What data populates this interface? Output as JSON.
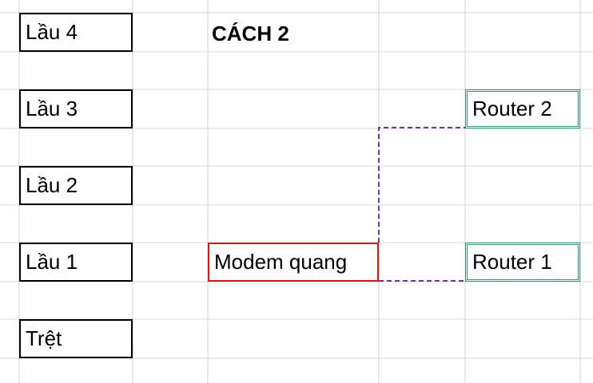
{
  "title": "CÁCH 2",
  "floors": [
    "Lầu 4",
    "Lầu 3",
    "Lầu 2",
    "Lầu 1",
    "Trệt"
  ],
  "modem": "Modem quang",
  "routers": [
    "Router 2",
    "Router 1"
  ],
  "colors": {
    "grid": "#d4d4d4",
    "floor_border": "#000000",
    "modem_border": "#e01010",
    "router_border": "#2e9a6e",
    "link": "#7030a0"
  }
}
